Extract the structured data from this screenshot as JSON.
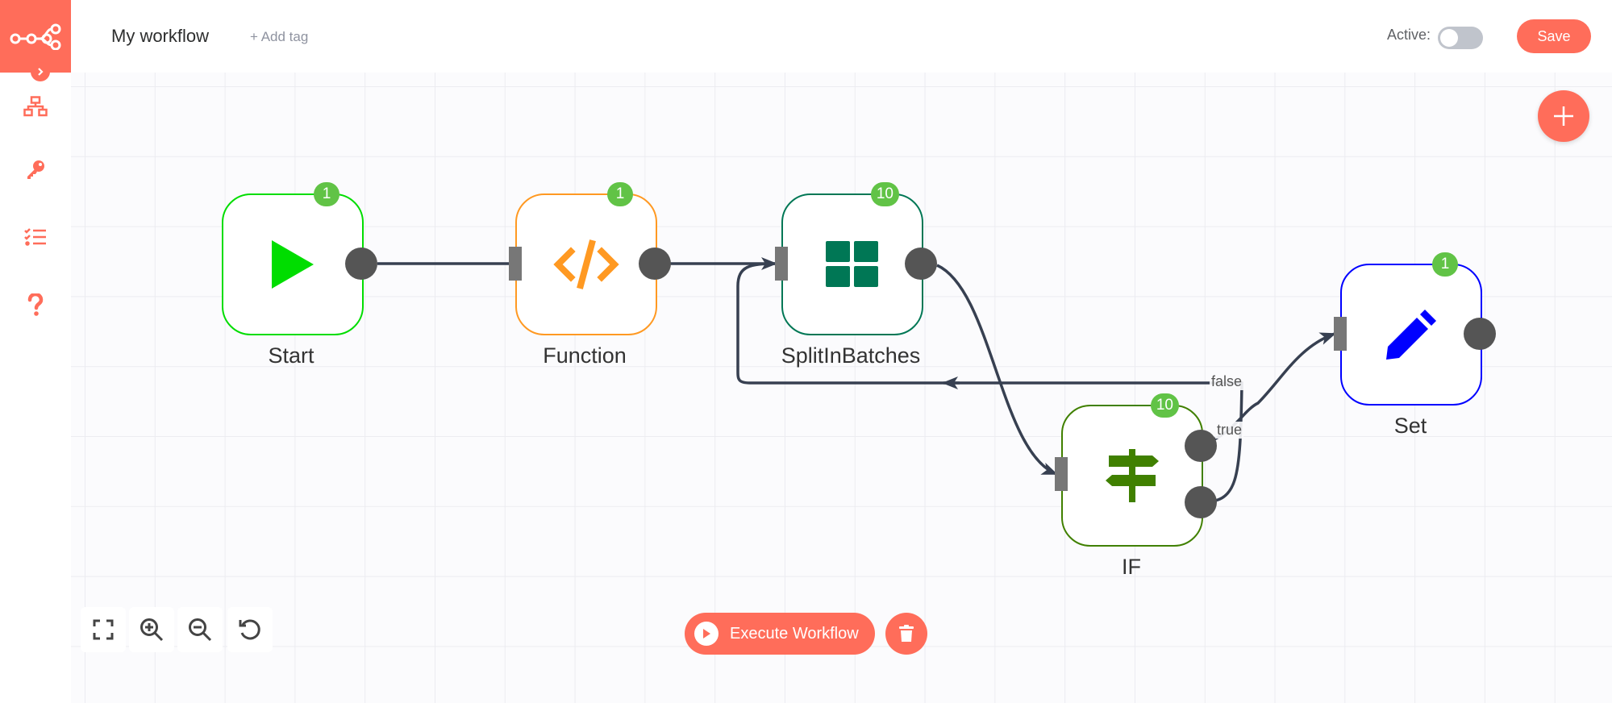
{
  "header": {
    "workflow_name": "My workflow",
    "add_tag_label": "+ Add tag",
    "active_label": "Active:",
    "active": false,
    "save_label": "Save"
  },
  "sidebar": {
    "items": [
      {
        "name": "workflows",
        "icon": "network-icon"
      },
      {
        "name": "credentials",
        "icon": "key-icon"
      },
      {
        "name": "executions",
        "icon": "tasks-icon"
      },
      {
        "name": "help",
        "icon": "question-icon"
      }
    ]
  },
  "nodes": [
    {
      "id": "start",
      "label": "Start",
      "badge": "1",
      "color": "#00dd00",
      "icon": "play-icon"
    },
    {
      "id": "function",
      "label": "Function",
      "badge": "1",
      "color": "#ff9922",
      "icon": "code-icon"
    },
    {
      "id": "splitinbatches",
      "label": "SplitInBatches",
      "badge": "10",
      "color": "#007755",
      "icon": "grid-icon"
    },
    {
      "id": "if",
      "label": "IF",
      "badge": "10",
      "color": "#408000",
      "icon": "signpost-icon"
    },
    {
      "id": "set",
      "label": "Set",
      "badge": "1",
      "color": "#0000ff",
      "icon": "pen-icon"
    }
  ],
  "edges": {
    "false_label": "false",
    "true_label": "true"
  },
  "controls": {
    "execute_label": "Execute Workflow"
  },
  "colors": {
    "accent": "#ff6d5a",
    "badge": "#61c346",
    "edge": "#374051"
  }
}
